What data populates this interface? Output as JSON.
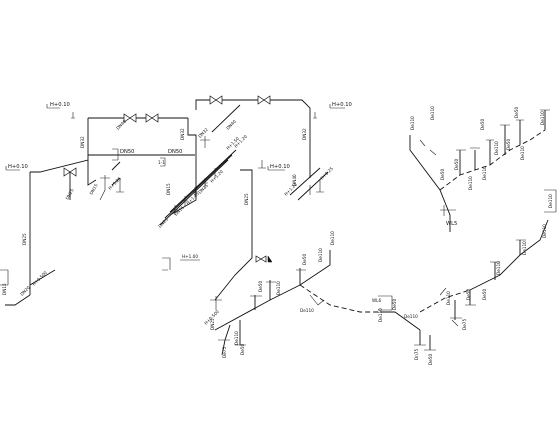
{
  "drawing": {
    "elev_top_left": "H+0.10",
    "elev_top_right": "H+0.10",
    "elev_mid_left": "H+0.10",
    "elev_mid_right": "H+0.10",
    "elev_h100": "H+1.00",
    "elev_h125_a": "H+1.25",
    "elev_h125_b": "H+1.25",
    "elev_h120_a": "H+1.20",
    "elev_h120_b": "H+1.20",
    "elev_h150": "H+1.50",
    "elev_h500_a": "H+0.500",
    "elev_h500_b": "H+0.500",
    "elev_wl5": "WL5",
    "elev_wl6": "WL6",
    "dn25": "DN25",
    "dn32": "DN32",
    "dn40": "DN40",
    "dn50": "DN50",
    "dn15": "DN15",
    "de110": "De110",
    "de50": "De50",
    "de75": "De75",
    "dn75": "Dn75"
  }
}
